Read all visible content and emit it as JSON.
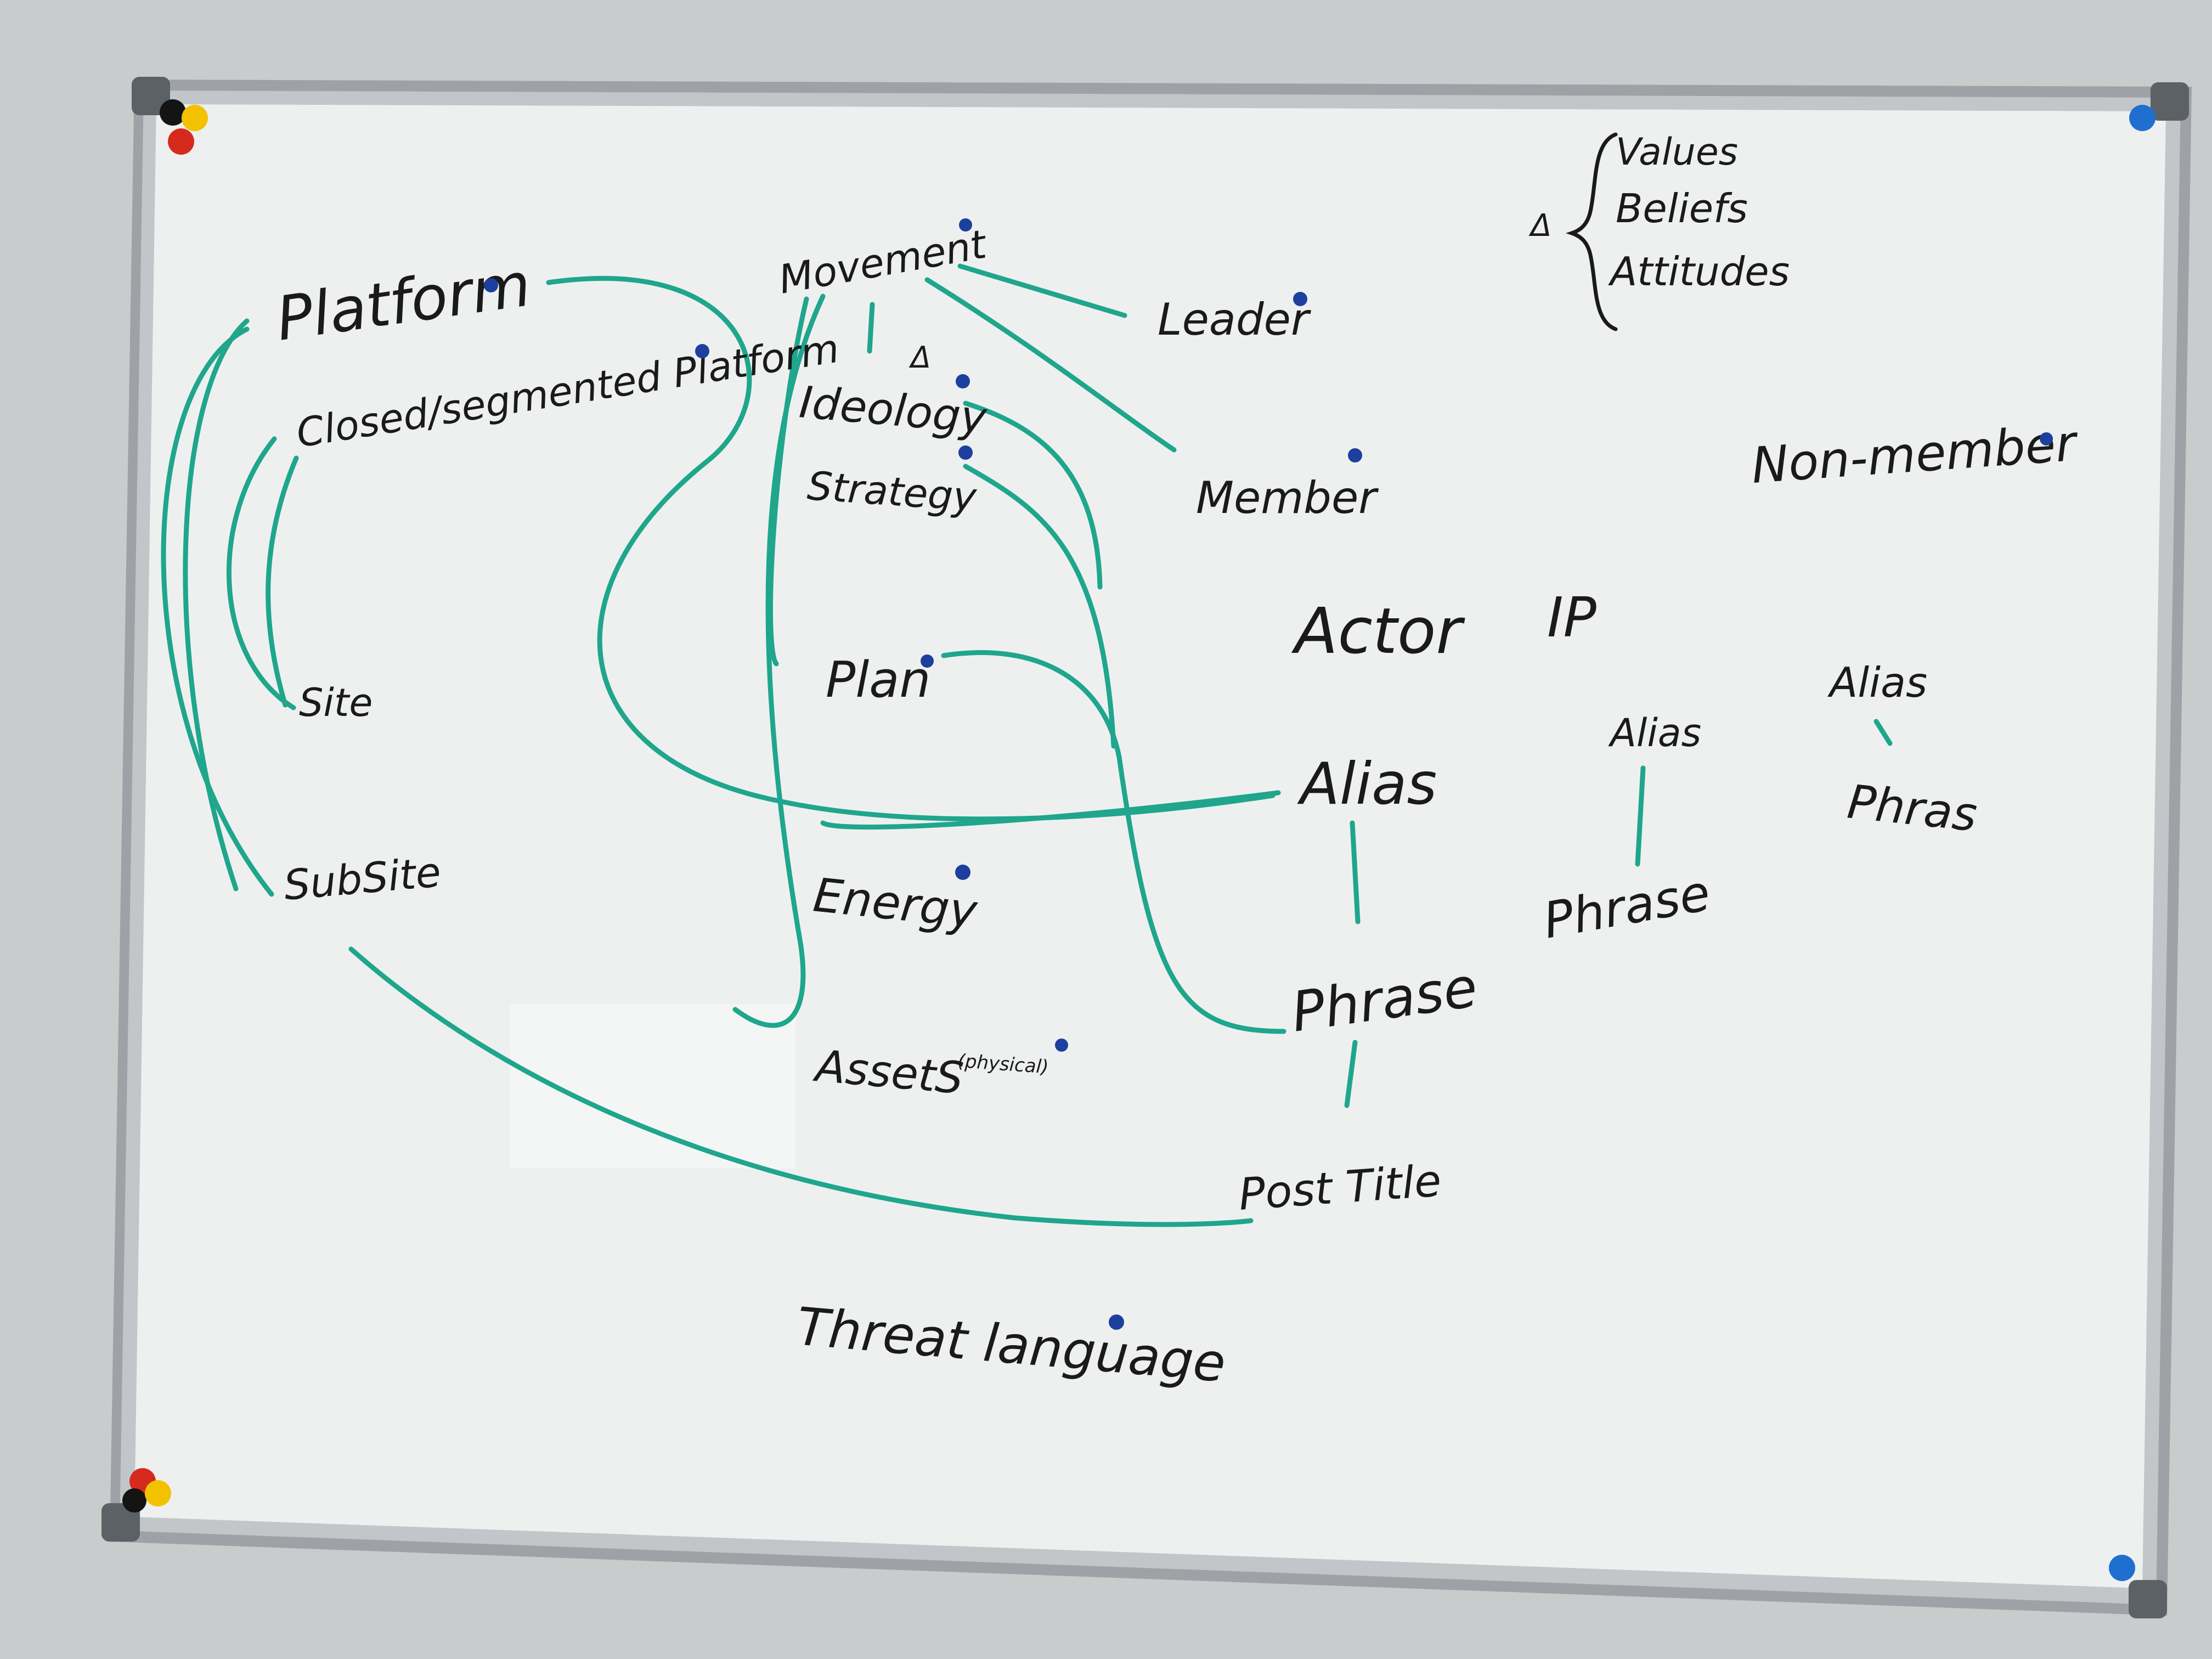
{
  "whiteboard": {
    "colors": {
      "wall": "#c6c9cb",
      "board": "#eef0f0",
      "frame": "#a9adb1",
      "marker_text": "#1a1a1a",
      "marker_lines": "#1fa68c",
      "dots": "#1d3f9e",
      "magnet_red": "#d62a1e",
      "magnet_yellow": "#f2c200",
      "magnet_black": "#141414",
      "magnet_blue": "#1f6fd0"
    },
    "words": {
      "platform": "Platform",
      "closed_platform": "Closed/segmented Platform",
      "site": "Site",
      "subsite": "SubSite",
      "movement": "Movement",
      "ideology": "Ideology",
      "strategy": "Strategy",
      "plan": "Plan",
      "energy": "Energy",
      "assets": "AssetS",
      "assets_note": "(physical)",
      "threat_language": "Threat language",
      "leader": "Leader",
      "member": "Member",
      "actor": "Actor",
      "ip": "IP",
      "alias_main": "Alias",
      "phrase_main": "Phrase",
      "post_title": "Post Title",
      "alias_2": "Alias",
      "phrase_2": "Phrase",
      "alias_3": "Alias",
      "phrase_3": "Phras",
      "non_member": "Non-member",
      "values": "Values",
      "beliefs": "Beliefs",
      "attitudes": "Attitudes",
      "delta_left": "Δ",
      "delta_ideology": "Δ"
    },
    "icons": [
      "magnet-icon",
      "corner-bracket-icon",
      "delta-icon",
      "blue-dot-icon"
    ]
  }
}
